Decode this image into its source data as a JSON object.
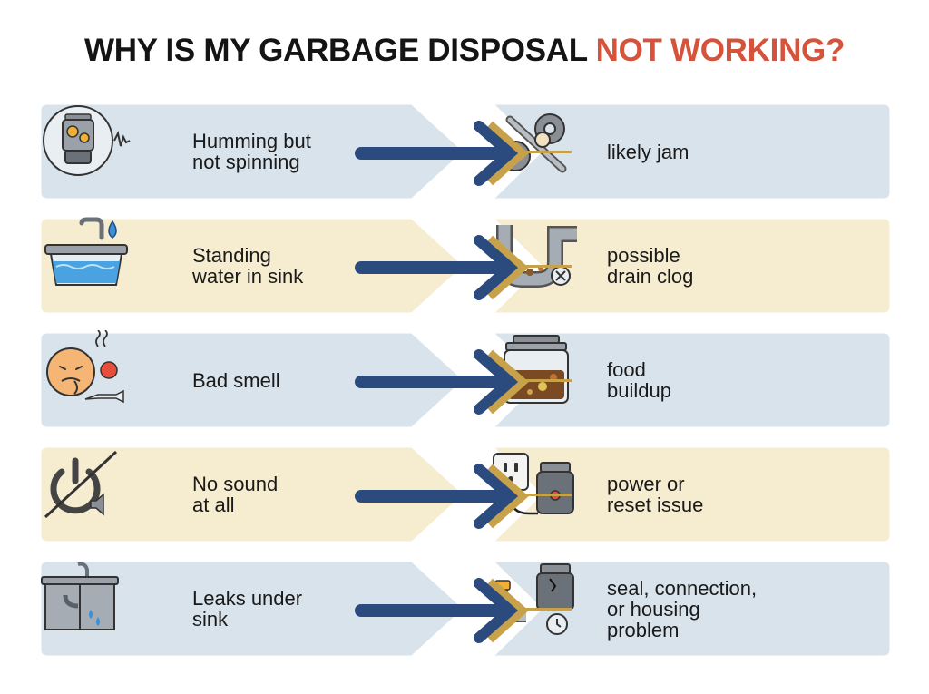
{
  "title": {
    "main": "WHY IS MY GARBAGE DISPOSAL ",
    "accent": "NOT WORKING?"
  },
  "colors": {
    "blue_card": "#d8e3ec",
    "yellow_card": "#f6ecd0",
    "accent_red": "#d6533b",
    "arrow_blue": "#2b4a7e",
    "arrow_gold": "#c8a24a"
  },
  "rows": [
    {
      "symptom": "Humming but\nnot spinning",
      "cause": "likely jam",
      "theme": "blue",
      "symptom_icon": "disposal-hum-icon",
      "cause_icon": "wrench-gear-icon"
    },
    {
      "symptom": "Standing\nwater in sink",
      "cause": "possible\ndrain clog",
      "theme": "yellow",
      "symptom_icon": "sink-water-icon",
      "cause_icon": "clogged-pipe-icon"
    },
    {
      "symptom": "Bad smell",
      "cause": "food\nbuildup",
      "theme": "blue",
      "symptom_icon": "bad-smell-face-icon",
      "cause_icon": "food-buildup-icon"
    },
    {
      "symptom": "No sound\nat all",
      "cause": "power or\nreset issue",
      "theme": "yellow",
      "symptom_icon": "power-off-mute-icon",
      "cause_icon": "outlet-plug-icon"
    },
    {
      "symptom": "Leaks under\nsink",
      "cause": "seal, connection,\nor housing\nproblem",
      "theme": "blue",
      "symptom_icon": "leaking-cabinet-icon",
      "cause_icon": "housing-pipe-icon"
    }
  ]
}
